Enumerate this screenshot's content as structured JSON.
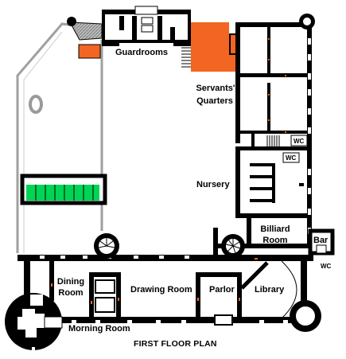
{
  "plan": {
    "title": "FIRST FLOOR PLAN",
    "colors": {
      "wall": "#000000",
      "floor": "#ffffff",
      "courtyard_wall": "#a0a0a0",
      "orange_rooms": "#f26522",
      "green_block": "#00d454",
      "stair_hatch": "#888888"
    },
    "rooms": {
      "guardrooms": "Guardrooms",
      "servants_line1": "Servants'",
      "servants_line2": "Quarters",
      "nursery": "Nursery",
      "billiard_line1": "Billiard",
      "billiard_line2": "Room",
      "bar": "Bar",
      "dining_line1": "Dining",
      "dining_line2": "Room",
      "drawing": "Drawing Room",
      "parlor": "Parlor",
      "library": "Library",
      "morning": "Morning Room"
    },
    "wc_labels": [
      "WC",
      "WC",
      "WC"
    ]
  }
}
